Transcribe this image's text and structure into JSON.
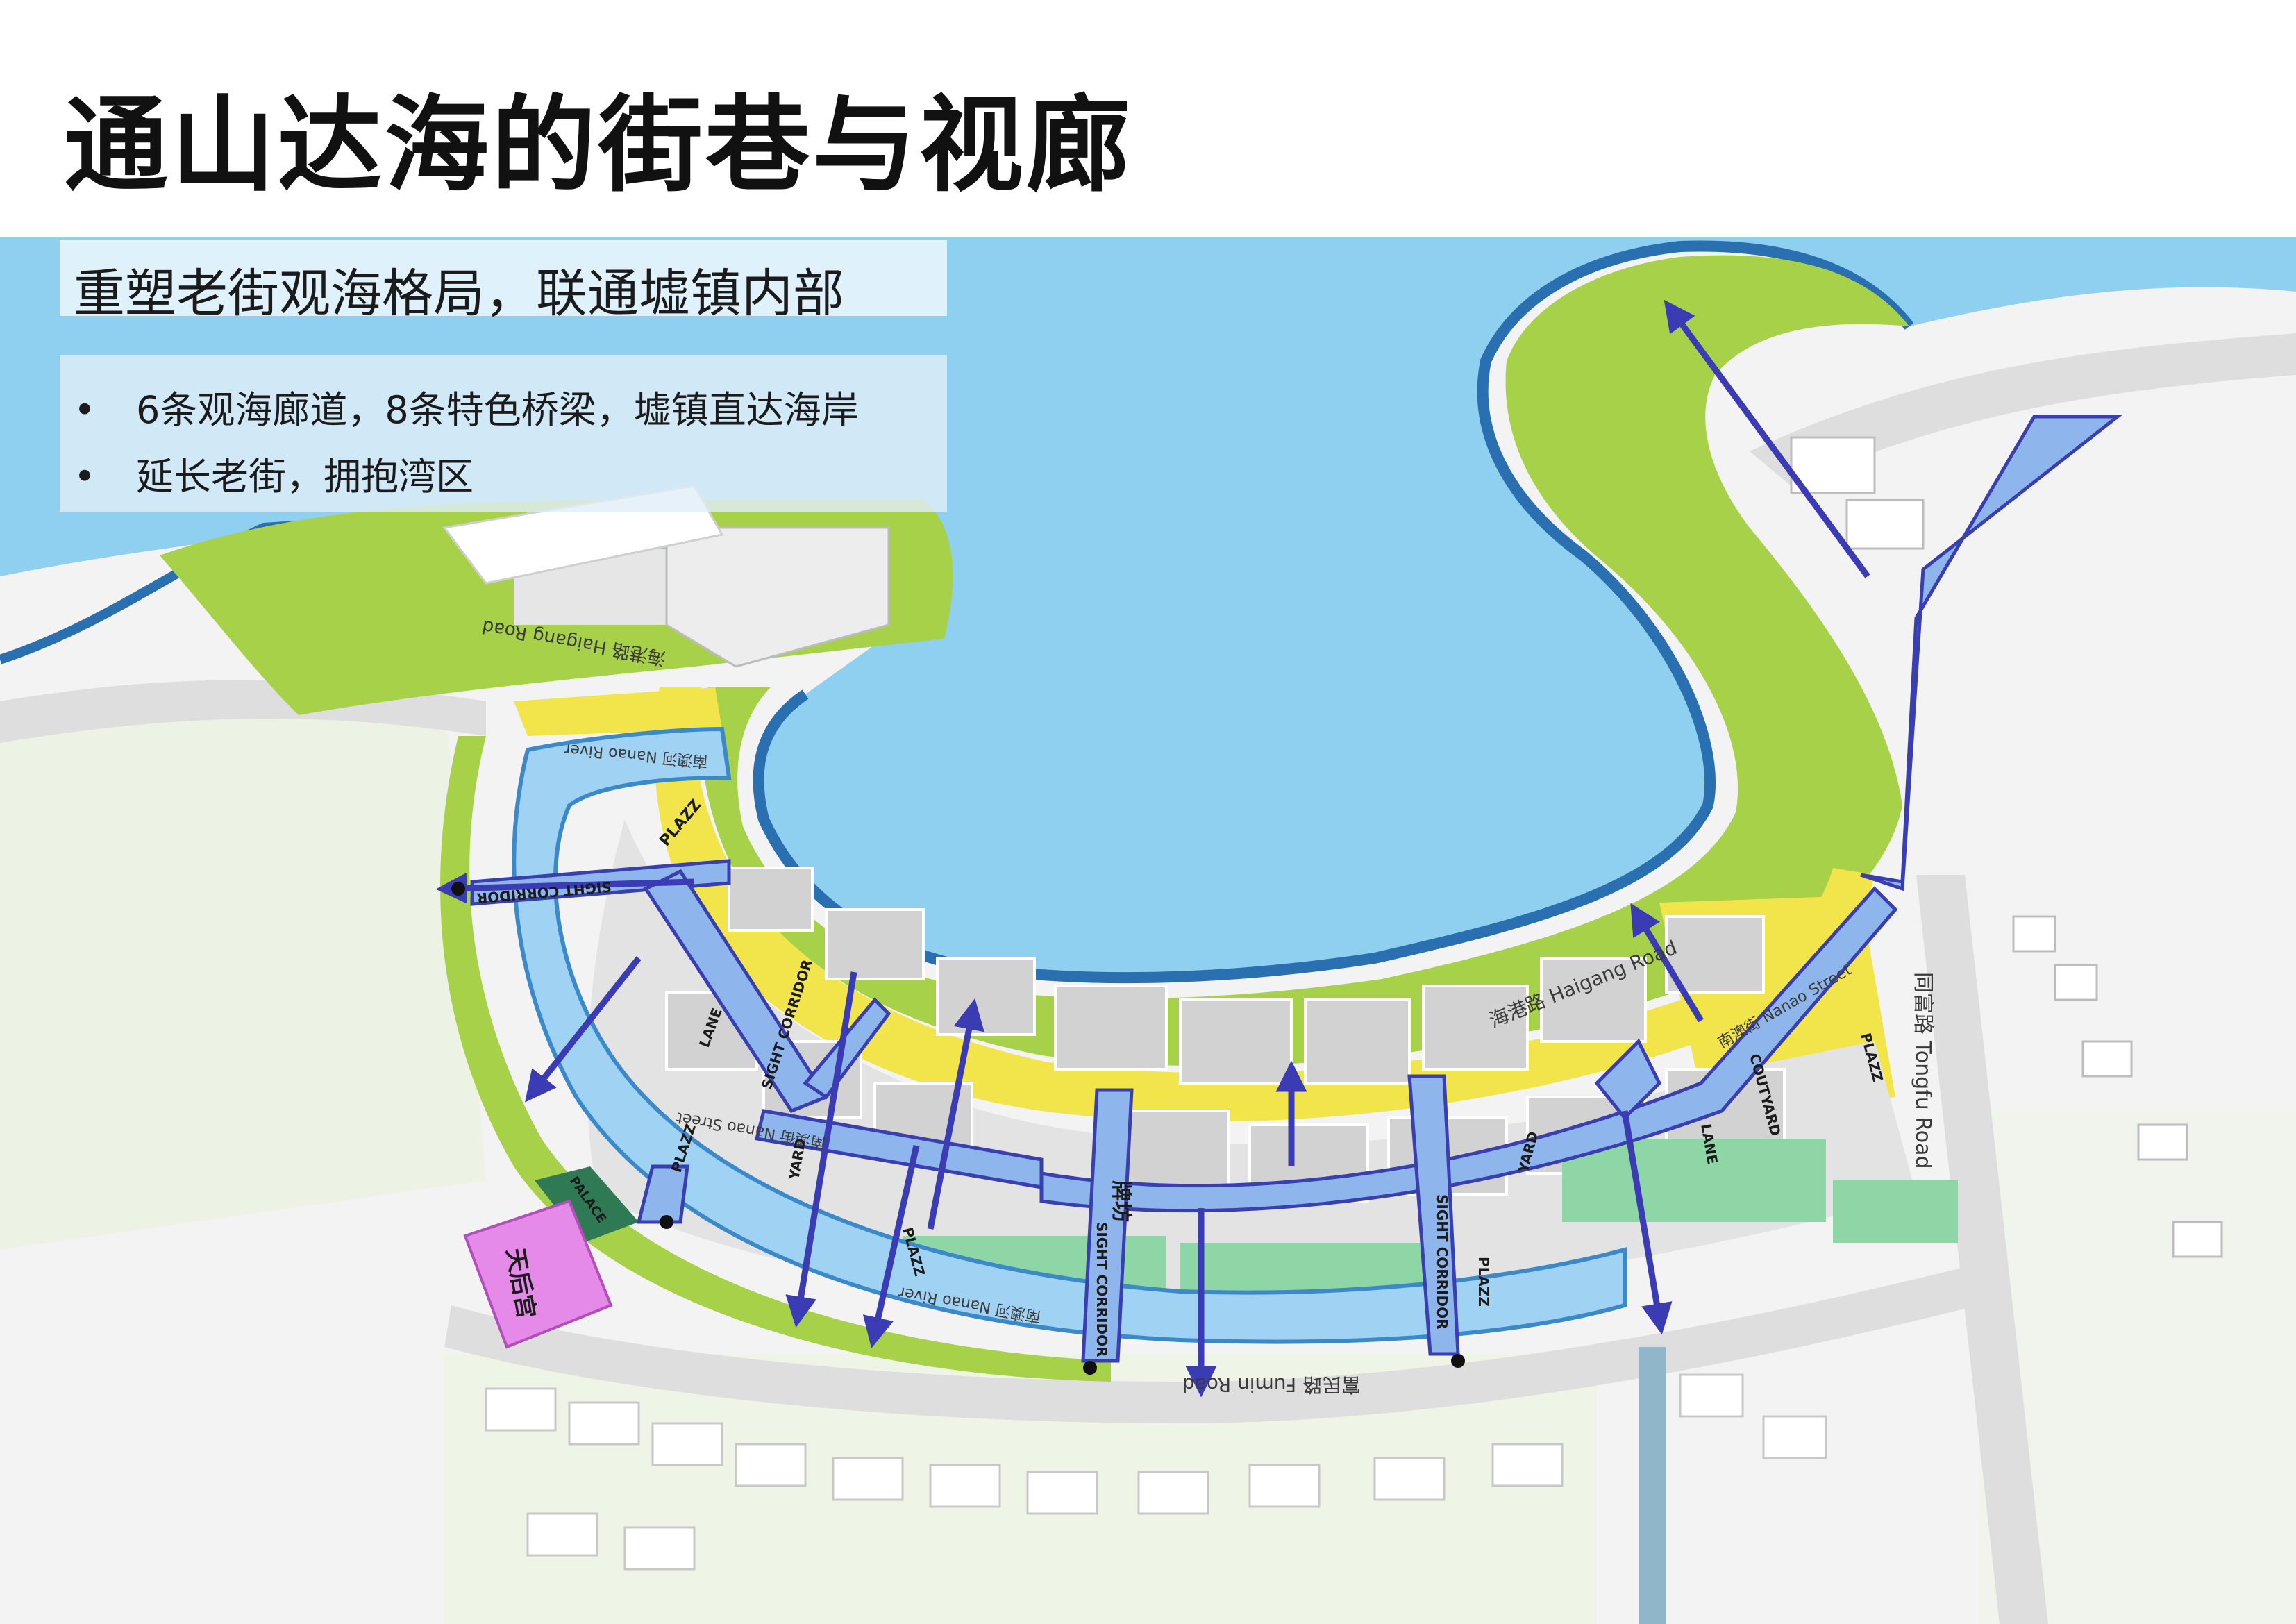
{
  "title": "通山达海的街巷与视廊",
  "subtitle": "重塑老街观海格局，联通墟镇内部",
  "bullets": [
    "6条观海廊道，8条特色桥梁，墟镇直达海岸",
    "延长老街，拥抱湾区"
  ],
  "roads": {
    "haigang_top": "海港路 Haigang Road",
    "haigang_mid": "海港路 Haigang Road",
    "nanao_river_top": "南澳河 Nanao River",
    "nanao_river_bottom": "南澳河 Nanao River",
    "nanao_street_left": "南澳街 Nanao Street",
    "nanao_street_right": "南澳街 Nanao Street",
    "fumin": "富民路 Fumin Road",
    "tongfu": "同富路 Tongfu Road"
  },
  "labels": {
    "plazz_1": "PLAZZ",
    "sight_corridor_1": "SIGHT CORRIDOR",
    "lane_1": "LANE",
    "sight_corridor_2": "SIGHT CORRIDOR",
    "plazz_2": "PLAZZ",
    "yard_1": "YARD",
    "plazz_3": "PLAZZ",
    "paifang": "牌坊",
    "sight_corridor_3": "SIGHT CORRIDOR",
    "sight_corridor_4": "SIGHT CORRIDOR",
    "plazz_4": "PLAZZ",
    "yard_2": "YARD",
    "lane_2": "LANE",
    "coutyard": "COUTYARD",
    "plazz_5": "PLAZZ",
    "palace": "PALACE",
    "temple": "天后宫"
  },
  "colors": {
    "sea": "#8fd0f0",
    "sea_dark": "#2a6fb0",
    "green": "#a8d14a",
    "yellow": "#f2e54c",
    "corridor": "#8fb6ec",
    "corridor_edge": "#3a3fb0",
    "arrow": "#3b3bb3",
    "building": "#d6d6d6",
    "temple": "#e58ae8"
  }
}
